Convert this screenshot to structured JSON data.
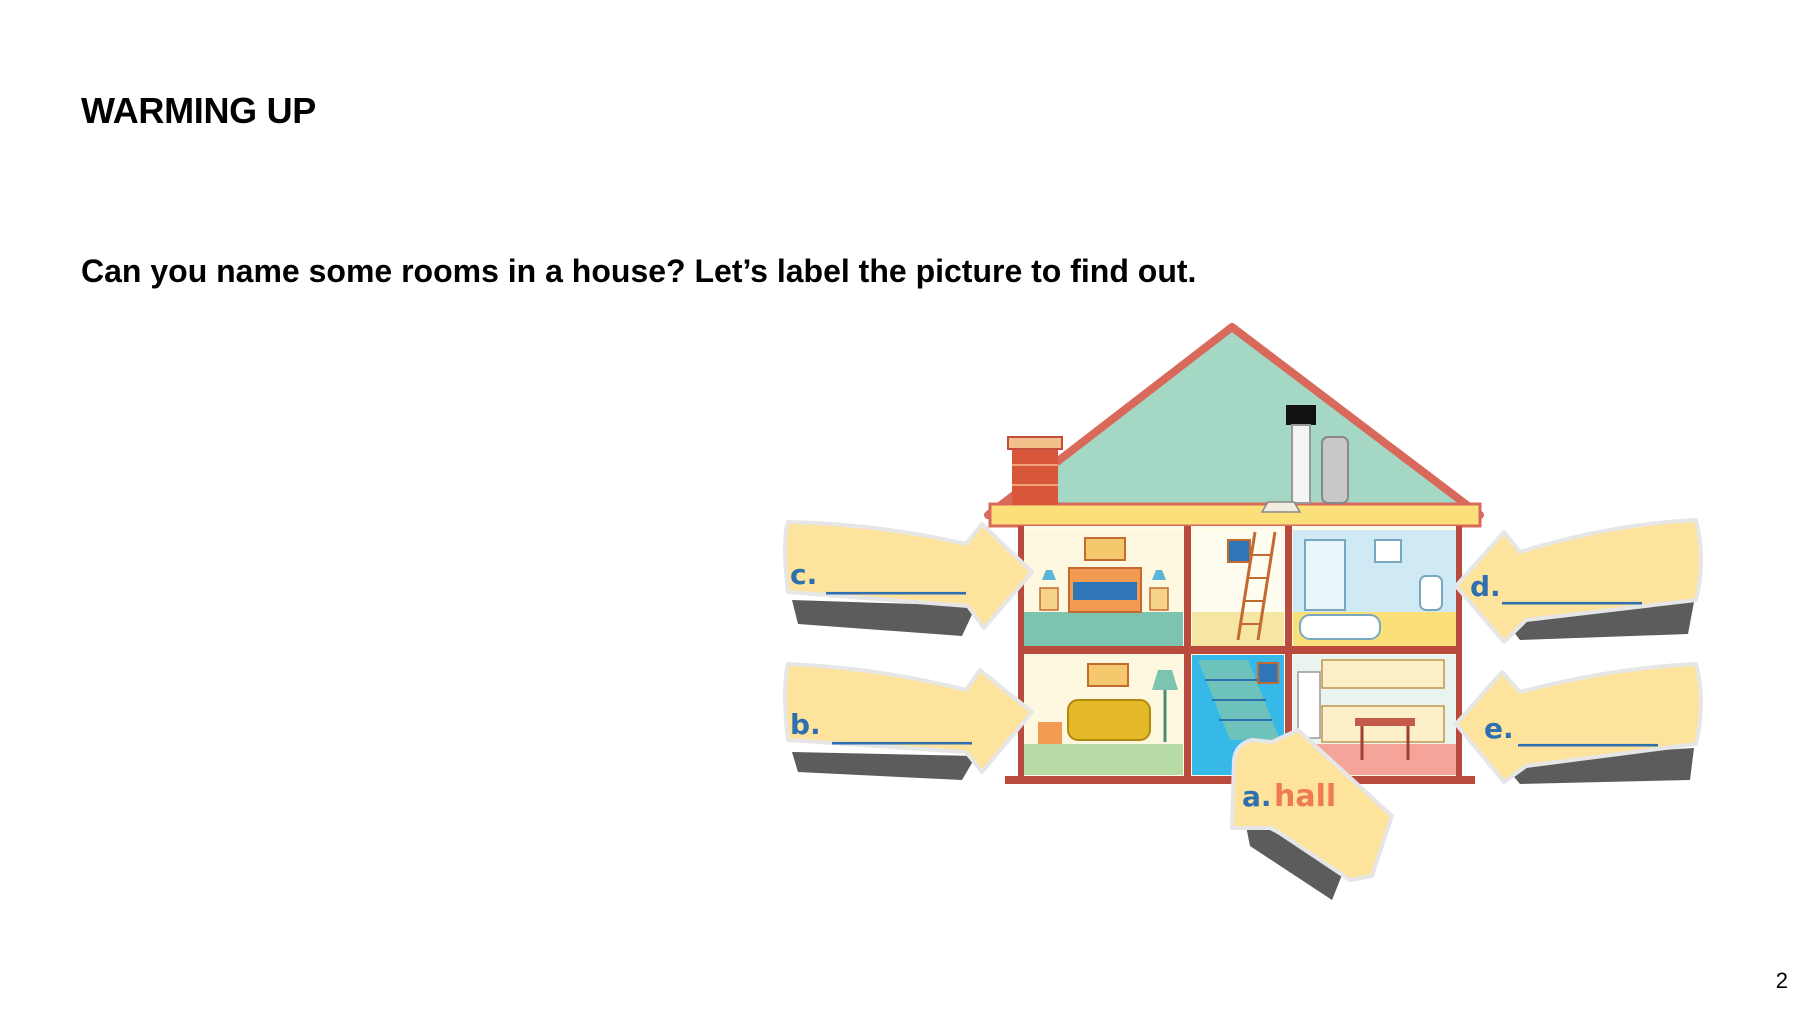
{
  "slide": {
    "title": "WARMING UP",
    "instruction": "Can you name some rooms in a house? Let’s label the picture to find out.",
    "page_number": "2"
  },
  "labels": {
    "a": {
      "letter": "a.",
      "answer": "hall"
    },
    "b": {
      "letter": "b.",
      "blank": "__________"
    },
    "c": {
      "letter": "c.",
      "blank": "__________"
    },
    "d": {
      "letter": "d.",
      "blank": "__________"
    },
    "e": {
      "letter": "e.",
      "blank": "__________"
    }
  },
  "colors": {
    "roof": "#a5d8c4",
    "roof_edge": "#d9695b",
    "wall": "#b94a3e",
    "arrow": "#fde39b",
    "arrow_shadow": "#5c5c5c",
    "label_letter": "#2e6fb0",
    "label_word": "#ee7b54"
  },
  "icons": {
    "house": "house-cross-section-illustration",
    "arrow": "label-arrow"
  }
}
